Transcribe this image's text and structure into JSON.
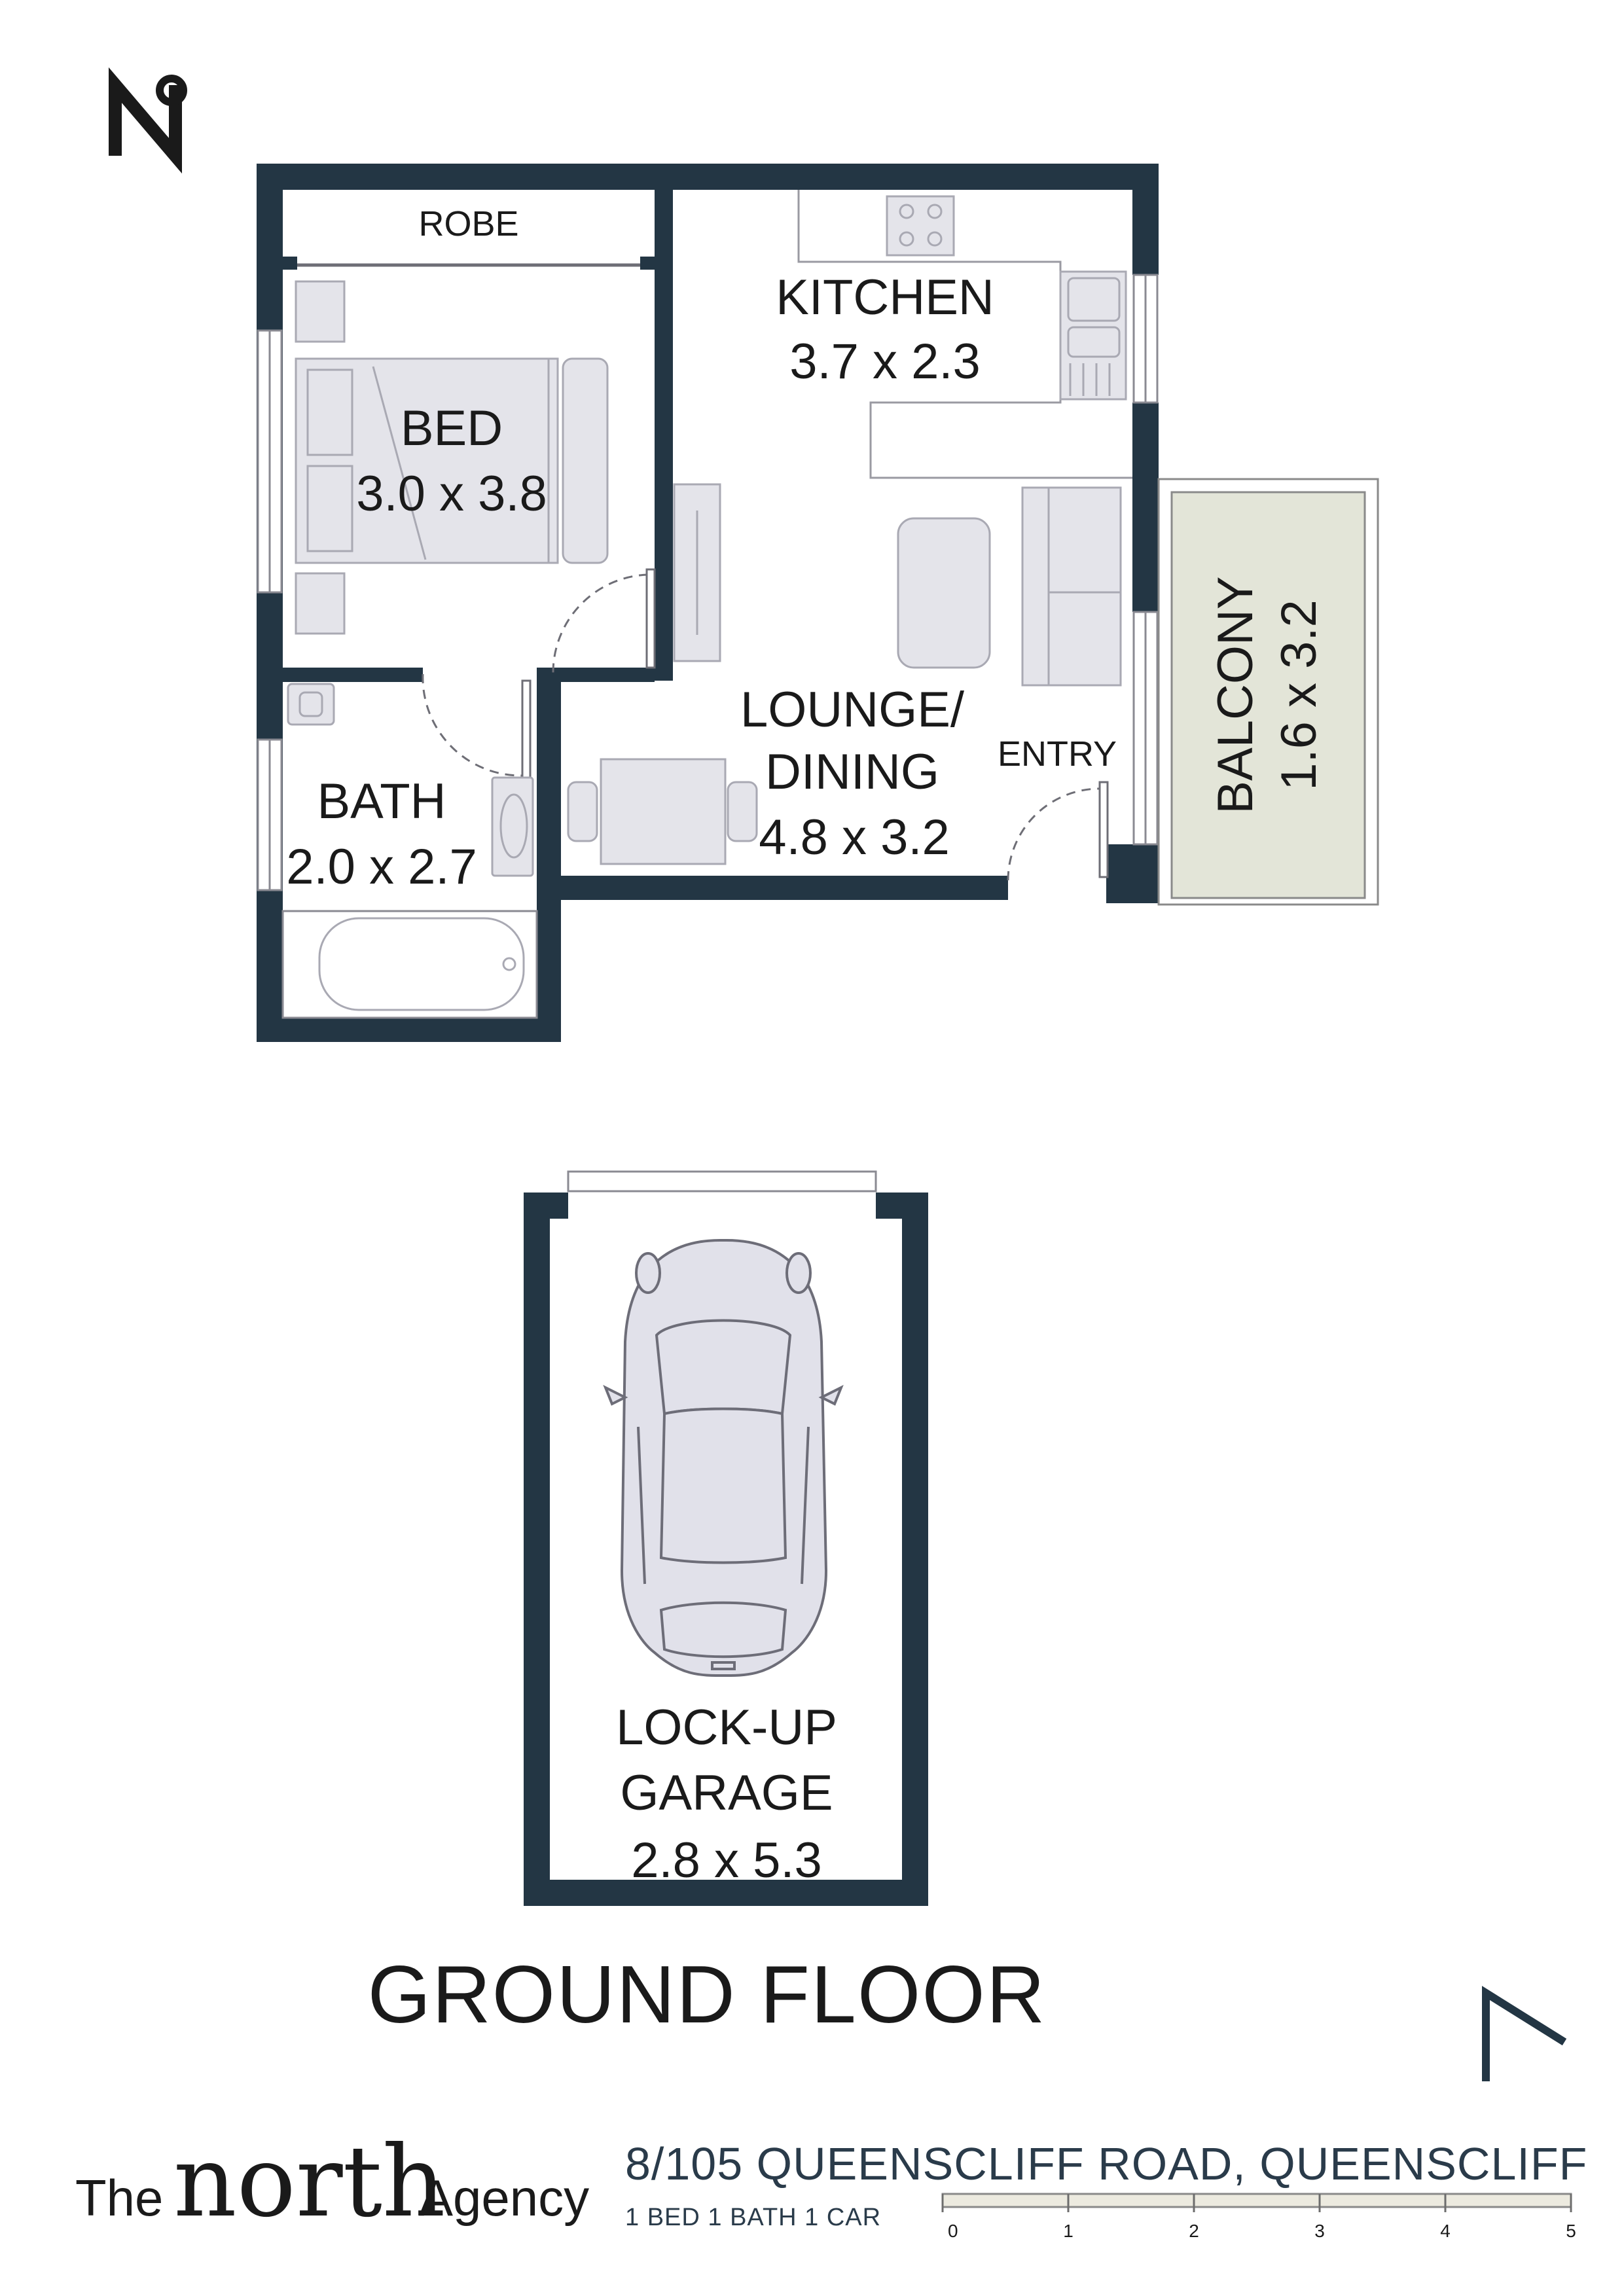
{
  "plan_title": "GROUND FLOOR",
  "rooms": {
    "robe": "ROBE",
    "kitchen": {
      "name": "KITCHEN",
      "dims": "3.7 x 2.3"
    },
    "bed": {
      "name": "BED",
      "dims": "3.0 x 3.8"
    },
    "lounge": {
      "name1": "LOUNGE/",
      "name2": "DINING",
      "dims": "4.8 x 3.2"
    },
    "entry": "ENTRY",
    "balcony": {
      "name": "BALCONY",
      "dims": "1.6 x 3.2"
    },
    "bath": {
      "name": "BATH",
      "dims": "2.0 x 2.7"
    },
    "garage": {
      "name1": "LOCK-UP",
      "name2": "GARAGE",
      "dims": "2.8 x 5.3"
    }
  },
  "brand": {
    "the": "The",
    "north": "north",
    "agency": "Agency"
  },
  "address": "8/105 QUEENSCLIFF ROAD, QUEENSCLIFF",
  "summary": "1 BED  1 BATH  1 CAR",
  "scale_ticks": [
    "0",
    "1",
    "2",
    "3",
    "4",
    "5"
  ],
  "colors": {
    "wall": "#233644",
    "furniture": "#e4e4ea",
    "balcony": "#e3e5d8",
    "text": "#1a1a1a"
  },
  "icons": [
    "logo-mark-icon",
    "north-arrow-icon",
    "car-icon",
    "cooktop-icon",
    "sink-icon",
    "bathtub-icon",
    "basin-icon"
  ]
}
